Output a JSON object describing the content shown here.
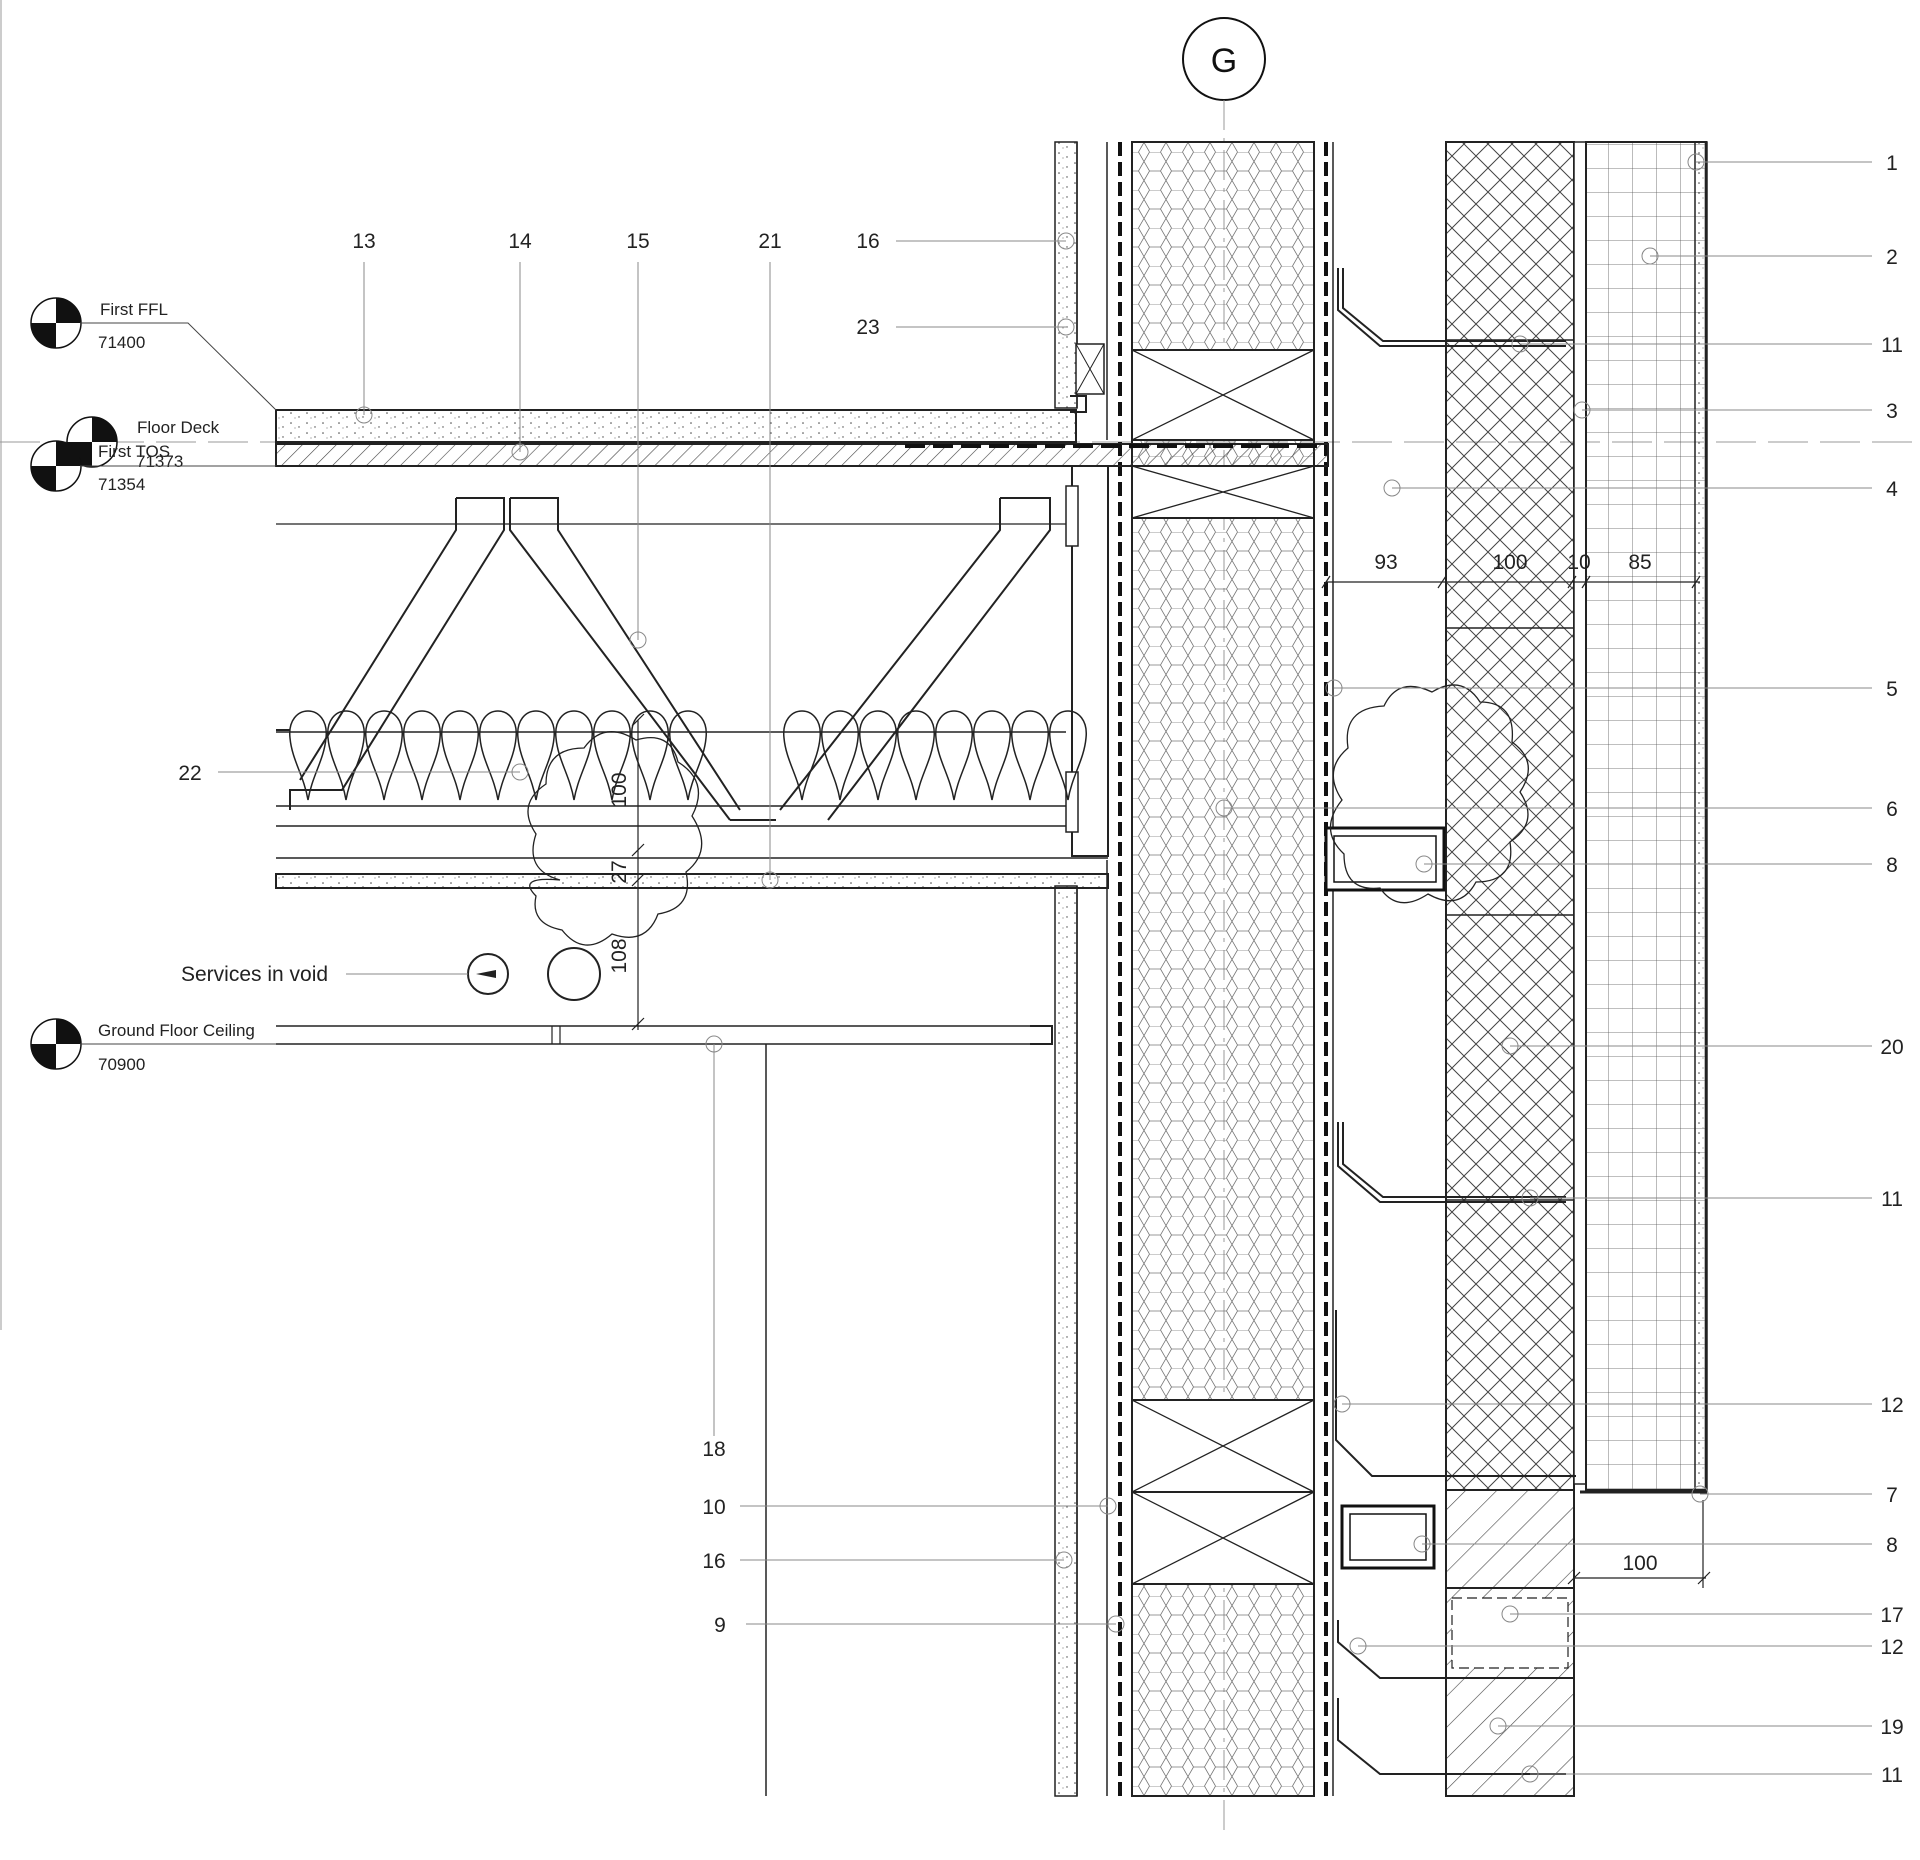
{
  "grid_bubble": "G",
  "levels": {
    "first_ffl": {
      "name": "First FFL",
      "value": "71400"
    },
    "floor_deck": {
      "name": "Floor Deck",
      "value": "71373"
    },
    "first_tos": {
      "name": "First TOS",
      "value": "71354"
    },
    "ground_ceiling": {
      "name": "Ground Floor Ceiling",
      "value": "70900"
    }
  },
  "notes": {
    "services": "Services in void"
  },
  "callouts_left": [
    "13",
    "14",
    "15",
    "21",
    "16",
    "23",
    "22",
    "18",
    "10",
    "16",
    "9"
  ],
  "callouts_right": [
    "1",
    "2",
    "11",
    "3",
    "4",
    "5",
    "6",
    "8",
    "20",
    "11",
    "12",
    "7",
    "8",
    "17",
    "12",
    "19",
    "11"
  ],
  "dimensions": {
    "d93": "93",
    "d100a": "100",
    "d10": "10",
    "d85": "85",
    "d100_vert": "100",
    "d27": "27",
    "d108": "108",
    "d100b": "100"
  },
  "colors": {
    "line": "#1a1a1a",
    "leader": "#888888",
    "paper": "#ffffff"
  }
}
